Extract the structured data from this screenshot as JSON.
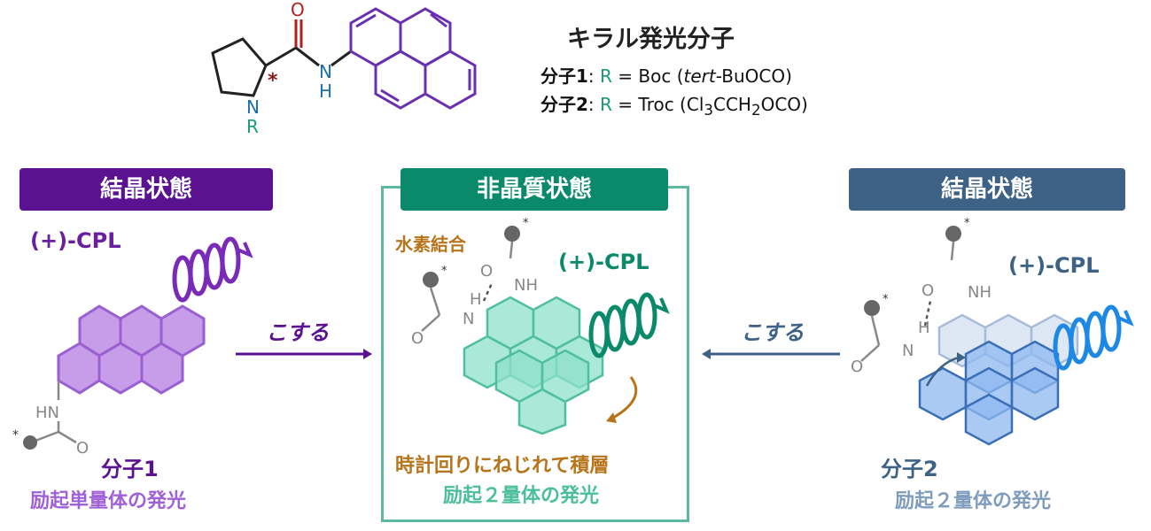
{
  "title": "キラル発光分子",
  "structure": {
    "atom_O": "O",
    "atom_N_amide": "N",
    "atom_H_amide": "H",
    "atom_N_ring": "N",
    "atom_R": "R",
    "stereo_mark": "*"
  },
  "legend": [
    {
      "mol": "分子1",
      "sep": ": ",
      "r": "R",
      "rest_a": " = Boc (",
      "italic": "tert",
      "rest_b": "-BuOCO)"
    },
    {
      "mol": "分子2",
      "sep": ": ",
      "r": "R",
      "rest_a": " = Troc (Cl",
      "sub1": "3",
      "rest_b": "CCH",
      "sub2": "2",
      "rest_c": "OCO)"
    }
  ],
  "left": {
    "header": "結晶状態",
    "cpl": "(+)-CPL",
    "molecule": "分子1",
    "emission": "励起単量体の発光",
    "nh": "HN",
    "o": "O",
    "star": "*"
  },
  "center": {
    "header": "非晶質状態",
    "hbond": "水素結合",
    "cpl": "(+)-CPL",
    "stacking": "時計回りにねじれて積層",
    "emission": "励起２量体の発光",
    "o": "O",
    "nh": "NH",
    "n": "N",
    "h": "H",
    "star": "*"
  },
  "right": {
    "header": "結晶状態",
    "cpl": "(+)-CPL",
    "molecule": "分子2",
    "emission": "励起２量体の発光",
    "o": "O",
    "nh": "NH",
    "n": "N",
    "h": "H",
    "star": "*"
  },
  "arrows": {
    "left_label": "こする",
    "right_label": "こする"
  },
  "colors": {
    "purple": "#6a1fa0",
    "purple_light": "#a060d8",
    "green": "#0a8a6a",
    "green_light": "#4bbf9b",
    "slate": "#3d6285",
    "slate_light": "#7e9cbc",
    "orange": "#b8741a",
    "teal_R": "#1a9a78",
    "dark_red": "#8b1a1a",
    "blue_N": "#1a6fb0"
  }
}
